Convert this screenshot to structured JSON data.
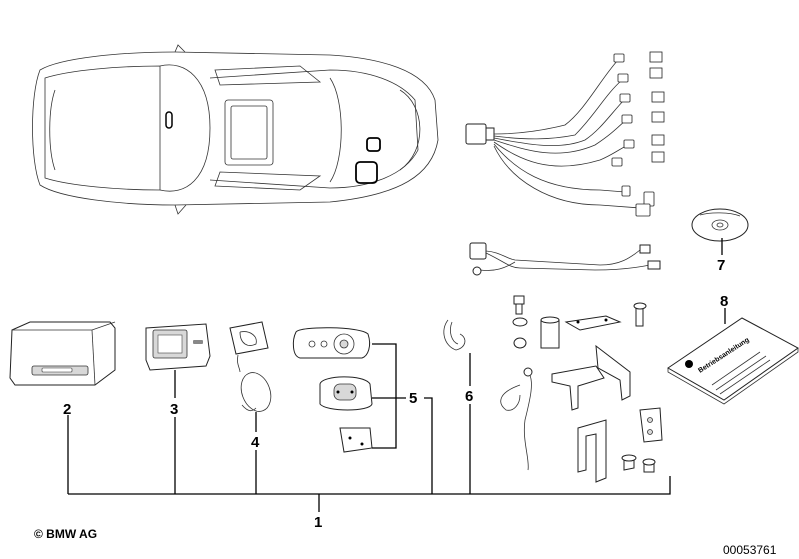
{
  "callouts": {
    "c1": "1",
    "c2": "2",
    "c3": "3",
    "c4": "4",
    "c5": "5",
    "c6": "6",
    "c7": "7",
    "c8": "8"
  },
  "booklet_text": "Betriebsanleitung",
  "footer": {
    "copyright": "© BMW AG",
    "drawing_number": "00053761"
  }
}
